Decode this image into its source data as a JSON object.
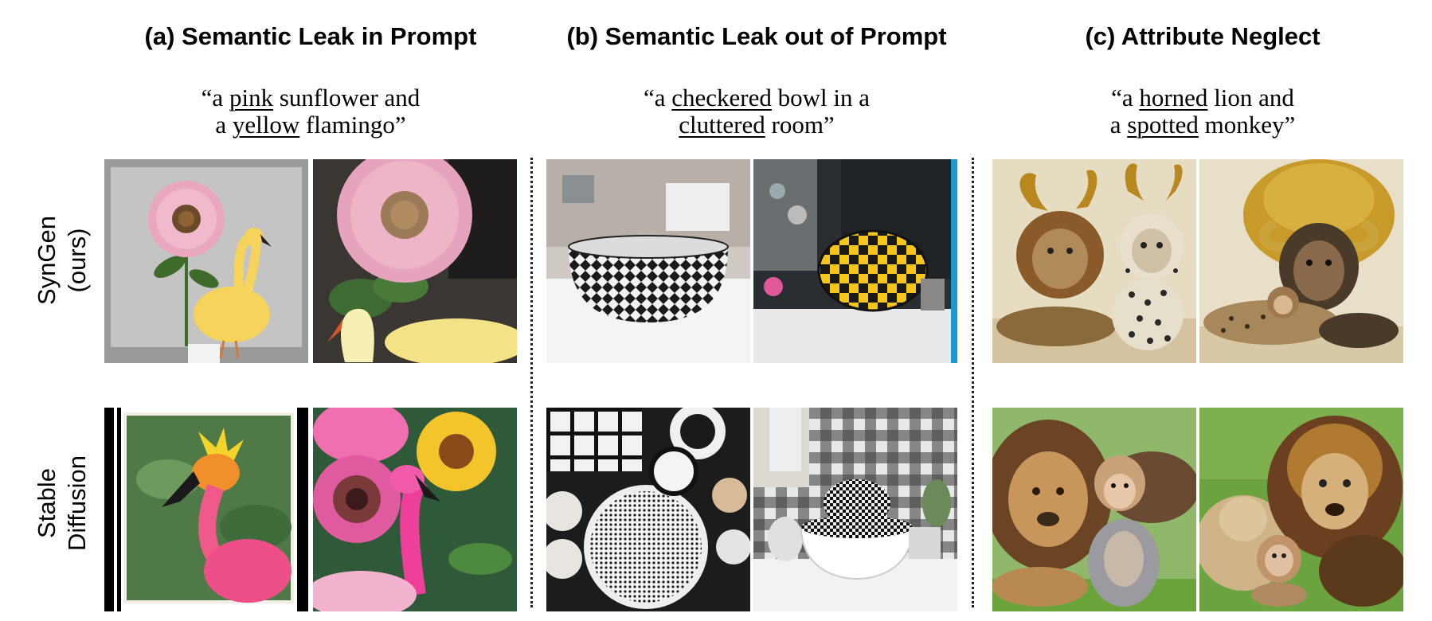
{
  "panels": [
    {
      "title": "(a) Semantic Leak in Prompt",
      "prompt": {
        "line1": {
          "open": "“a ",
          "attr": "pink",
          "rest": " sunflower and"
        },
        "line2": {
          "open": "a ",
          "attr": "yellow",
          "rest": " flamingo”"
        }
      }
    },
    {
      "title": "(b) Semantic Leak out of Prompt",
      "prompt": {
        "line1": {
          "open": "“a ",
          "attr": "checkered",
          "rest": " bowl in a"
        },
        "line2": {
          "open": "",
          "attr": "cluttered",
          "rest": " room”"
        }
      }
    },
    {
      "title": "(c) Attribute Neglect",
      "prompt": {
        "line1": {
          "open": "“a ",
          "attr": "horned",
          "rest": " lion and"
        },
        "line2": {
          "open": "a ",
          "attr": "spotted",
          "rest": " monkey”"
        }
      }
    }
  ],
  "rows": [
    {
      "label_line1": "SynGen",
      "label_line2": "(ours)"
    },
    {
      "label_line1": "Stable",
      "label_line2": "Diffusion"
    }
  ],
  "images": {
    "a_syngen_1": "pink sunflower with yellow flamingo",
    "a_syngen_2": "pink sunflower close-up with yellow flamingo",
    "a_sd_1": "pink flamingo with yellow crest",
    "a_sd_2": "pink flower, sunflower and pink flamingo",
    "b_syngen_1": "checkered bowl in cluttered room",
    "b_syngen_2": "yellow checkered bowl on desk",
    "b_sd_1": "top view of patterned bowls",
    "b_sd_2": "checkered bowl on shelf with checkered backdrop",
    "c_syngen_1": "horned lion and spotted monkey illustration",
    "c_syngen_2": "lion with horns and monkey illustration",
    "c_sd_1": "lion and monkey photo",
    "c_sd_2": "lion and young monkey on grass"
  },
  "colors": {
    "pink": "#e8a0b8",
    "yellow": "#f4d24a",
    "flamingo_pink": "#ee3f8a",
    "lion_brown": "#8a5a2a",
    "grass": "#6aa33a",
    "parchment": "#e8dcc0"
  }
}
